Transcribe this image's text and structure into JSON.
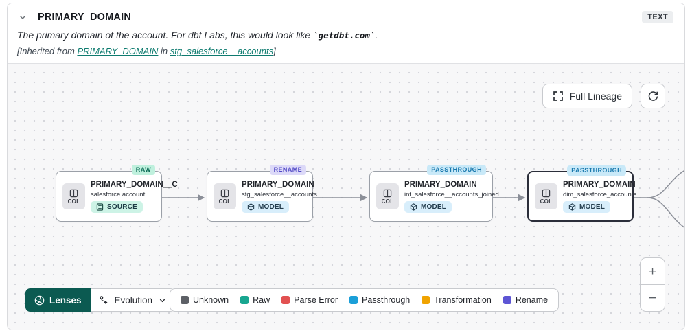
{
  "header": {
    "title": "PRIMARY_DOMAIN",
    "type_badge": "TEXT",
    "description": {
      "prefix": "The primary domain of the account. For dbt Labs, this would look like ",
      "code": "`getdbt.com`",
      "suffix": "."
    },
    "inherited": {
      "prefix": "[Inherited from ",
      "column_link": "PRIMARY_DOMAIN",
      "middle": " in ",
      "model_link": "stg_salesforce__accounts",
      "suffix": "]"
    }
  },
  "toolbar": {
    "full_lineage_label": "Full Lineage"
  },
  "col_label": "COL",
  "nodes": [
    {
      "title": "PRIMARY_DOMAIN__C",
      "subtitle": "salesforce.account",
      "badge": "SOURCE",
      "tag": "RAW",
      "selected": false
    },
    {
      "title": "PRIMARY_DOMAIN",
      "subtitle": "stg_salesforce__accounts",
      "badge": "MODEL",
      "tag": "RENAME",
      "selected": false
    },
    {
      "title": "PRIMARY_DOMAIN",
      "subtitle": "int_salesforce__accounts_joined",
      "badge": "MODEL",
      "tag": "PASSTHROUGH",
      "selected": false
    },
    {
      "title": "PRIMARY_DOMAIN",
      "subtitle": "dim_salesforce_accounts",
      "badge": "MODEL",
      "tag": "PASSTHROUGH",
      "selected": true
    }
  ],
  "lenses": {
    "button_label": "Lenses",
    "selected_lens": "Evolution"
  },
  "legend": [
    {
      "label": "Unknown",
      "color": "#5d6066"
    },
    {
      "label": "Raw",
      "color": "#18a690"
    },
    {
      "label": "Parse Error",
      "color": "#e25151"
    },
    {
      "label": "Passthrough",
      "color": "#1b9fd8"
    },
    {
      "label": "Transformation",
      "color": "#f0a300"
    },
    {
      "label": "Rename",
      "color": "#5d55d4"
    }
  ],
  "zoom_controls": {
    "zoom_in": "+",
    "zoom_out": "−"
  },
  "colors": {
    "accent_link": "#0e7b6f",
    "lenses_bg": "#0b5a51",
    "canvas_bg": "#f7f7f8",
    "edge": "#8b8f98",
    "tag_raw_bg": "#bff0dd",
    "tag_rename_bg": "#dcd9f8",
    "tag_passthrough_bg": "#c9e9f8",
    "badge_source_bg": "#cdf3e6",
    "badge_model_bg": "#d8eefb"
  }
}
